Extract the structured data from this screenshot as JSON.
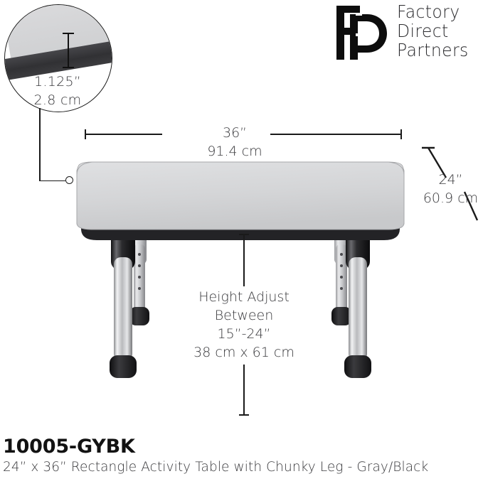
{
  "brand": {
    "monogram": "FP",
    "name_lines": [
      "Factory",
      "Direct",
      "Partners"
    ]
  },
  "callout": {
    "name": "table-top-thickness-detail",
    "thickness_inches": "1.125”",
    "thickness_cm": "2.8 cm"
  },
  "dimensions": {
    "width": {
      "inches": "36”",
      "cm": "91.4 cm"
    },
    "depth": {
      "inches": "24”",
      "cm": "60.9 cm"
    },
    "height": {
      "line1": "Height Adjust",
      "line2": "Between",
      "line3": "15”-24”",
      "line4": "38 cm x 61 cm"
    }
  },
  "product": {
    "sku": "10005-GYBK",
    "description": "24” x 36” Rectangle Activity Table with Chunky Leg - Gray/Black"
  },
  "colors": {
    "top_gray": "#d3d4d6",
    "edge_black": "#1f1f21",
    "leg_black": "#2a2a2d",
    "leg_chrome": "#c9cacc",
    "text_gray": "#3a3a3d",
    "line_black": "#1a1a1a"
  }
}
